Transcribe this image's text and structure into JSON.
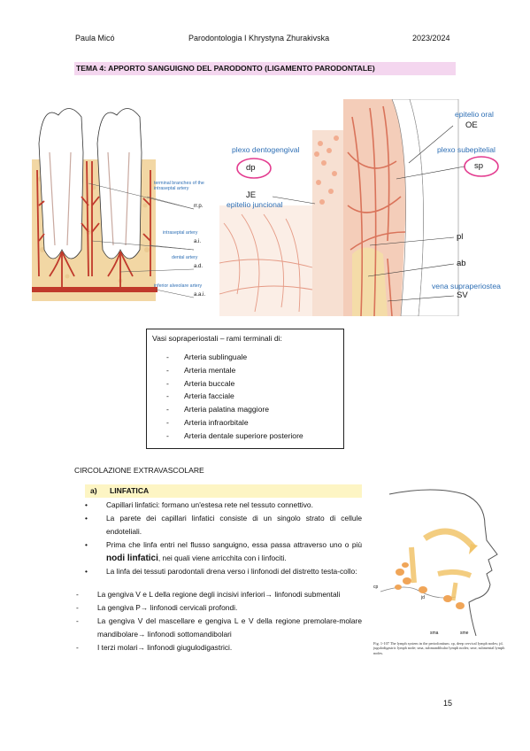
{
  "header": {
    "author": "Paula Micó",
    "course": "Parodontologia I Khrystyna Zhurakivska",
    "year": "2023/2024"
  },
  "title": "TEMA 4: APPORTO SANGUIGNO DEL PARODONTO (LIGAMENTO PARODONTALE)",
  "figure_left": {
    "labels": {
      "terminal": "terminal branches of the intraseptal artery",
      "rrp": "rr.p.",
      "intraseptal": "intraseptal artery",
      "ai": "a.i.",
      "dental": "dental artery",
      "ad": "a.d.",
      "inferior": "inferior alveolare artery",
      "aai": "a.a.i."
    }
  },
  "figure_right": {
    "labels": {
      "epitelio_oral": "epitelio oral",
      "oe": "OE",
      "plexo_dento": "plexo dentogengival",
      "dp": "dp",
      "plexo_sub": "plexo subepitelial",
      "sp": "sp",
      "je": "JE",
      "epitelio_junc": "epitelio juncional",
      "pl": "pl",
      "ab": "ab",
      "vena": "vena supraperiostea",
      "sv": "SV"
    },
    "colors": {
      "label_blue": "#2e6fb5",
      "circle_pink": "#e33b8f"
    }
  },
  "vasi_box": {
    "heading": "Vasi sopraperiostali – rami terminali di:",
    "dash": "-",
    "items": [
      "Arteria sublinguale",
      "Arteria mentale",
      "Arteria buccale",
      "Arteria facciale",
      "Arteria palatina maggiore",
      "Arteria infraorbitale",
      "Arteria dentale superiore posteriore"
    ]
  },
  "section_title": "CIRCOLAZIONE EXTRAVASCOLARE",
  "linfatica": {
    "number": "a)",
    "label": "LINFATICA",
    "bullet": "•",
    "dash": "-",
    "p1": "Capillari linfatici: formano un'estesa rete nel tessuto connettivo.",
    "p2": "La parete dei capillari linfatici consiste di un singolo strato di cellule endoteliali.",
    "p3_a": "Prima che linfa entri nel flusso sanguigno, essa passa attraverso uno o più ",
    "p3_bold": "nodi linfatici",
    "p3_b": ", nei quali viene arricchita con i linfociti.",
    "p4": "La linfa dei tessuti parodontali drena verso i linfonodi del distretto testa-collo:",
    "d1": "La gengiva V e L della regione degli incisivi inferiori→ linfonodi submentali",
    "d2": "La gengiva P→ linfonodi cervicali profondi.",
    "d3": "La gengiva V del mascellare e gengiva L e V della regione premolare-molare mandibolare→ linfonodi sottomandibolari",
    "d4": "I terzi molari→ linfonodi giugulodigastrici."
  },
  "lymph_figure": {
    "labels": {
      "cp": "cp",
      "jd": "jd",
      "sma": "sma",
      "sme": "sme"
    },
    "caption": "Fig. 1-107 The lymph system in the periodontium. cp, deep cervical lymph nodes; jd, jugulodigastric lymph node; sma, submandibular lymph nodes; sme, submental lymph nodes."
  },
  "page_number": "15"
}
